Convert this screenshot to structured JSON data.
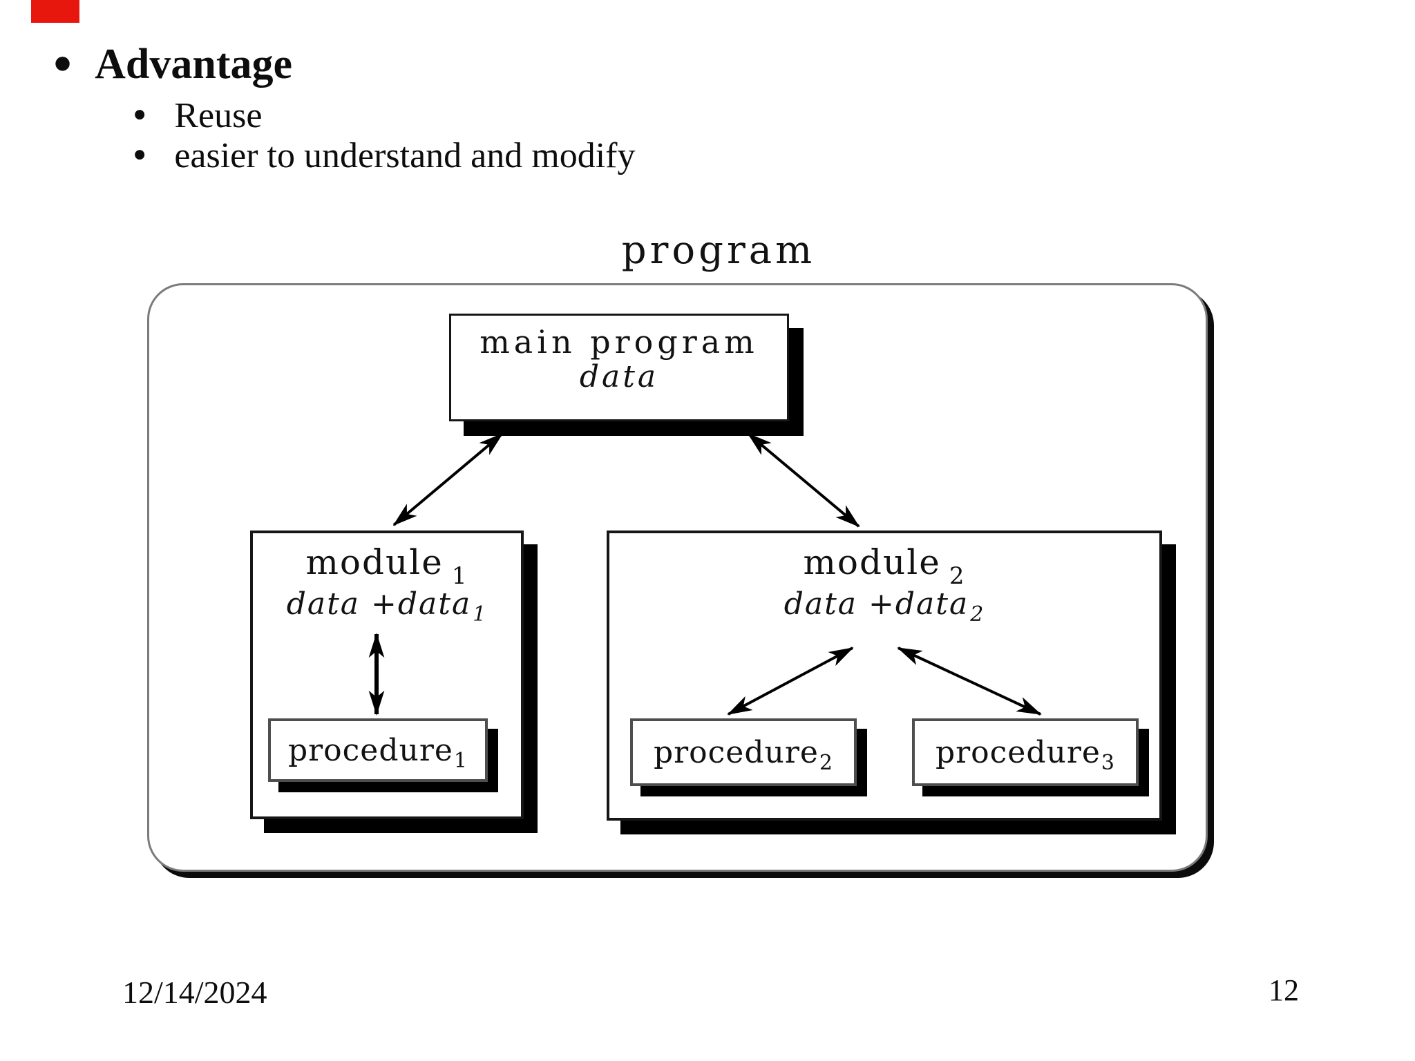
{
  "slide": {
    "bullet_char": "•",
    "title_bullet": "Advantage",
    "sub_bullets": [
      "Reuse",
      "easier to understand and modify"
    ]
  },
  "diagram": {
    "caption": "program",
    "main_program": {
      "title": "main program",
      "data_label": "data"
    },
    "modules": [
      {
        "name": "module",
        "sub": "1",
        "data_expr": "data +data",
        "data_sub": "1"
      },
      {
        "name": "module",
        "sub": "2",
        "data_expr": "data +data",
        "data_sub": "2"
      }
    ],
    "procedures": [
      {
        "name": "procedure",
        "sub": "1"
      },
      {
        "name": "procedure",
        "sub": "2"
      },
      {
        "name": "procedure",
        "sub": "3"
      }
    ]
  },
  "footer": {
    "date": "12/14/2024",
    "page_number": "12"
  },
  "colors": {
    "marker_red": "#e8170e",
    "outer_border_gray": "#7b7b7b",
    "shadow_black": "#000000",
    "text_black": "#0d0d0d"
  }
}
